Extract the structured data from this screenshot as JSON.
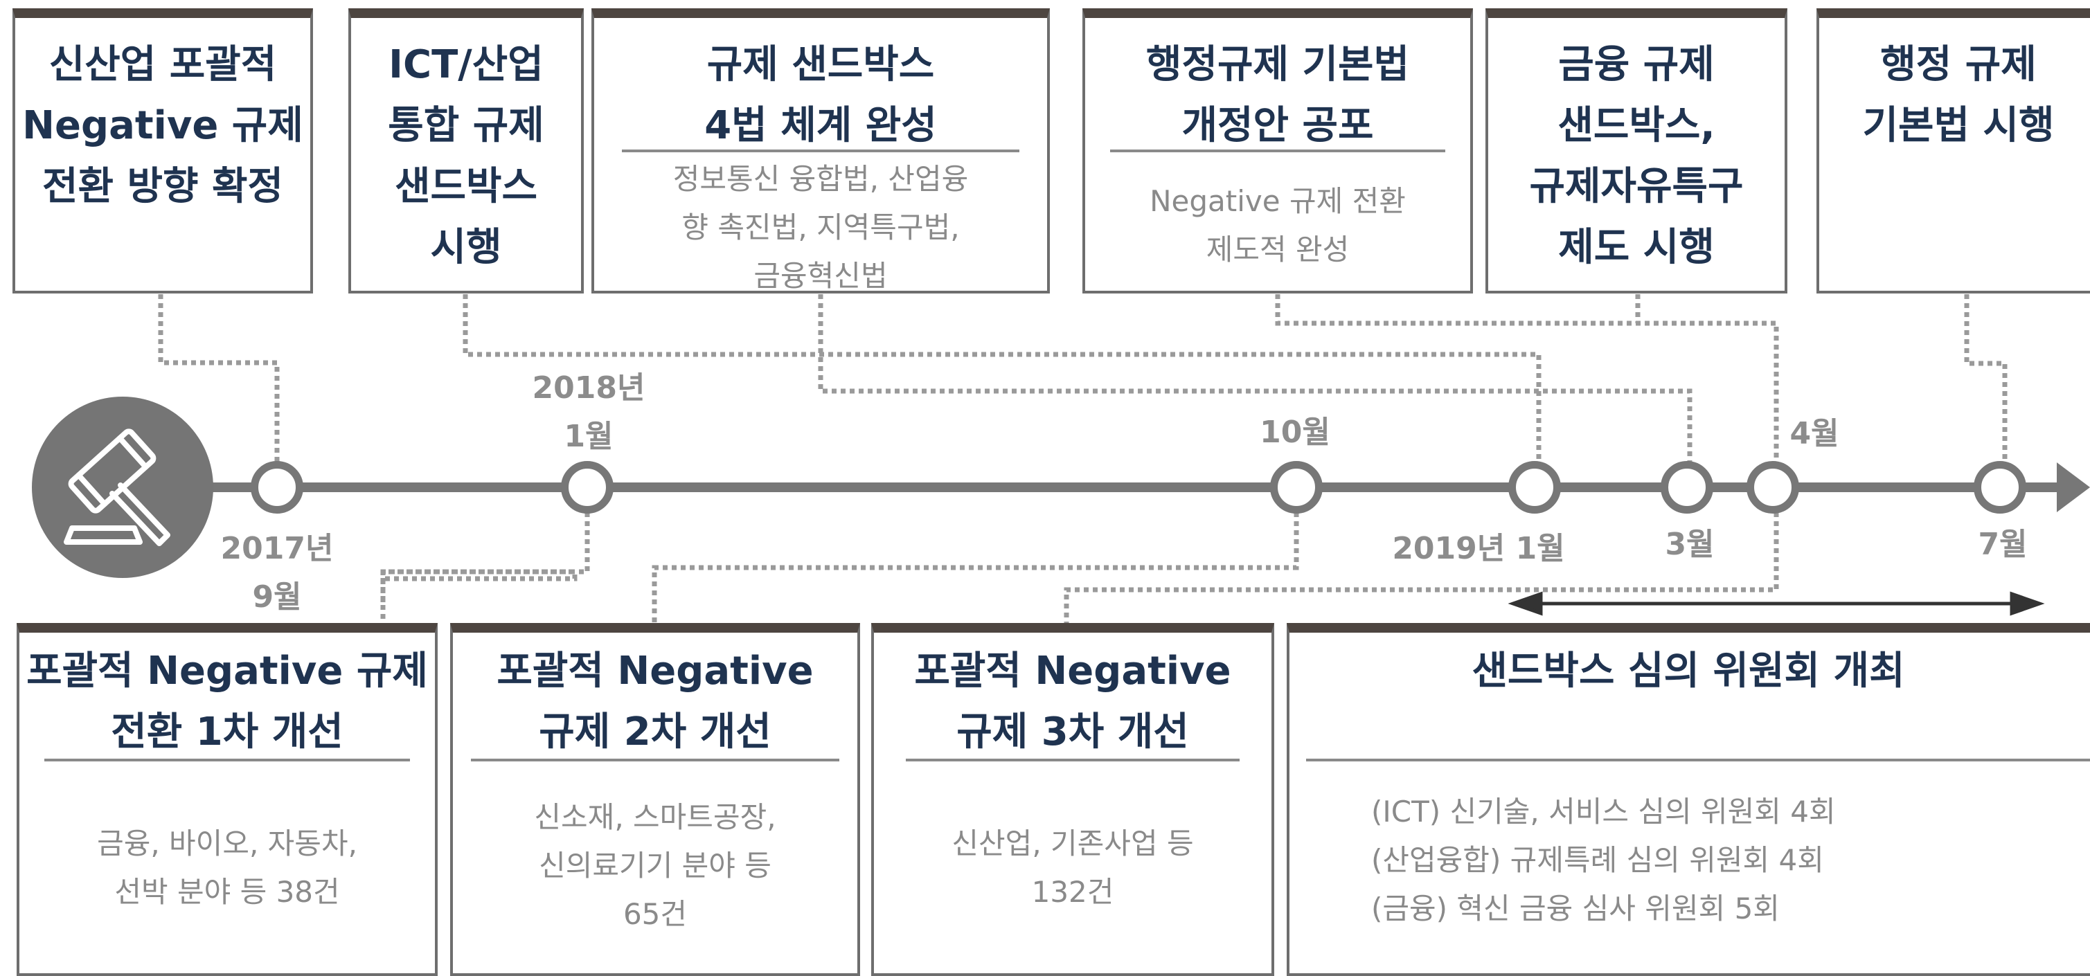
{
  "top_boxes": [
    {
      "title": "신산업 포괄적\nNegative 규제\n전환 방향 확정",
      "desc": ""
    },
    {
      "title": "ICT/산업\n통합 규제\n샌드박스\n시행",
      "desc": ""
    },
    {
      "title": "규제 샌드박스\n4법 체계 완성",
      "desc": "정보통신 융합법, 산업융\n향 촉진법, 지역특구법,\n금융혁신법"
    },
    {
      "title": "행정규제 기본법\n개정안 공포",
      "desc": "Negative 규제 전환\n제도적 완성"
    },
    {
      "title": "금융 규제\n샌드박스,\n규제자유특구\n제도 시행",
      "desc": ""
    },
    {
      "title": "행정 규제\n기본법 시행",
      "desc": ""
    }
  ],
  "bottom_boxes": [
    {
      "title": "포괄적 Negative 규제\n전환 1차 개선",
      "desc": "금융, 바이오, 자동차,\n선박 분야 등 38건"
    },
    {
      "title": "포괄적 Negative\n규제 2차 개선",
      "desc": "신소재, 스마트공장,\n신의료기기 분야 등\n65건"
    },
    {
      "title": "포괄적 Negative\n규제 3차 개선",
      "desc": "신산업, 기존사업 등\n132건"
    },
    {
      "title": "샌드박스 심의 위원회 개최",
      "desc": "(ICT) 신기술, 서비스 심의 위원회 4회\n(산업융합) 규제특례 심의 위원회 4회\n(금융) 혁신 금융 심사 위원회 5회"
    }
  ],
  "timeline_labels": {
    "sep2017": "2017년\n9월",
    "jan2018": "2018년\n1월",
    "oct2018": "10월",
    "jan2019": "2019년 1월",
    "mar2019": "3월",
    "apr2019": "4월",
    "jul2019": "7월"
  },
  "icons": {
    "start": "gavel-icon",
    "end": "arrow-right-icon"
  },
  "colors": {
    "title": "#1f3350",
    "box_header": "#4d4540",
    "line": "#777777",
    "muted": "#8a8a8a",
    "icon_bg": "#757575"
  }
}
